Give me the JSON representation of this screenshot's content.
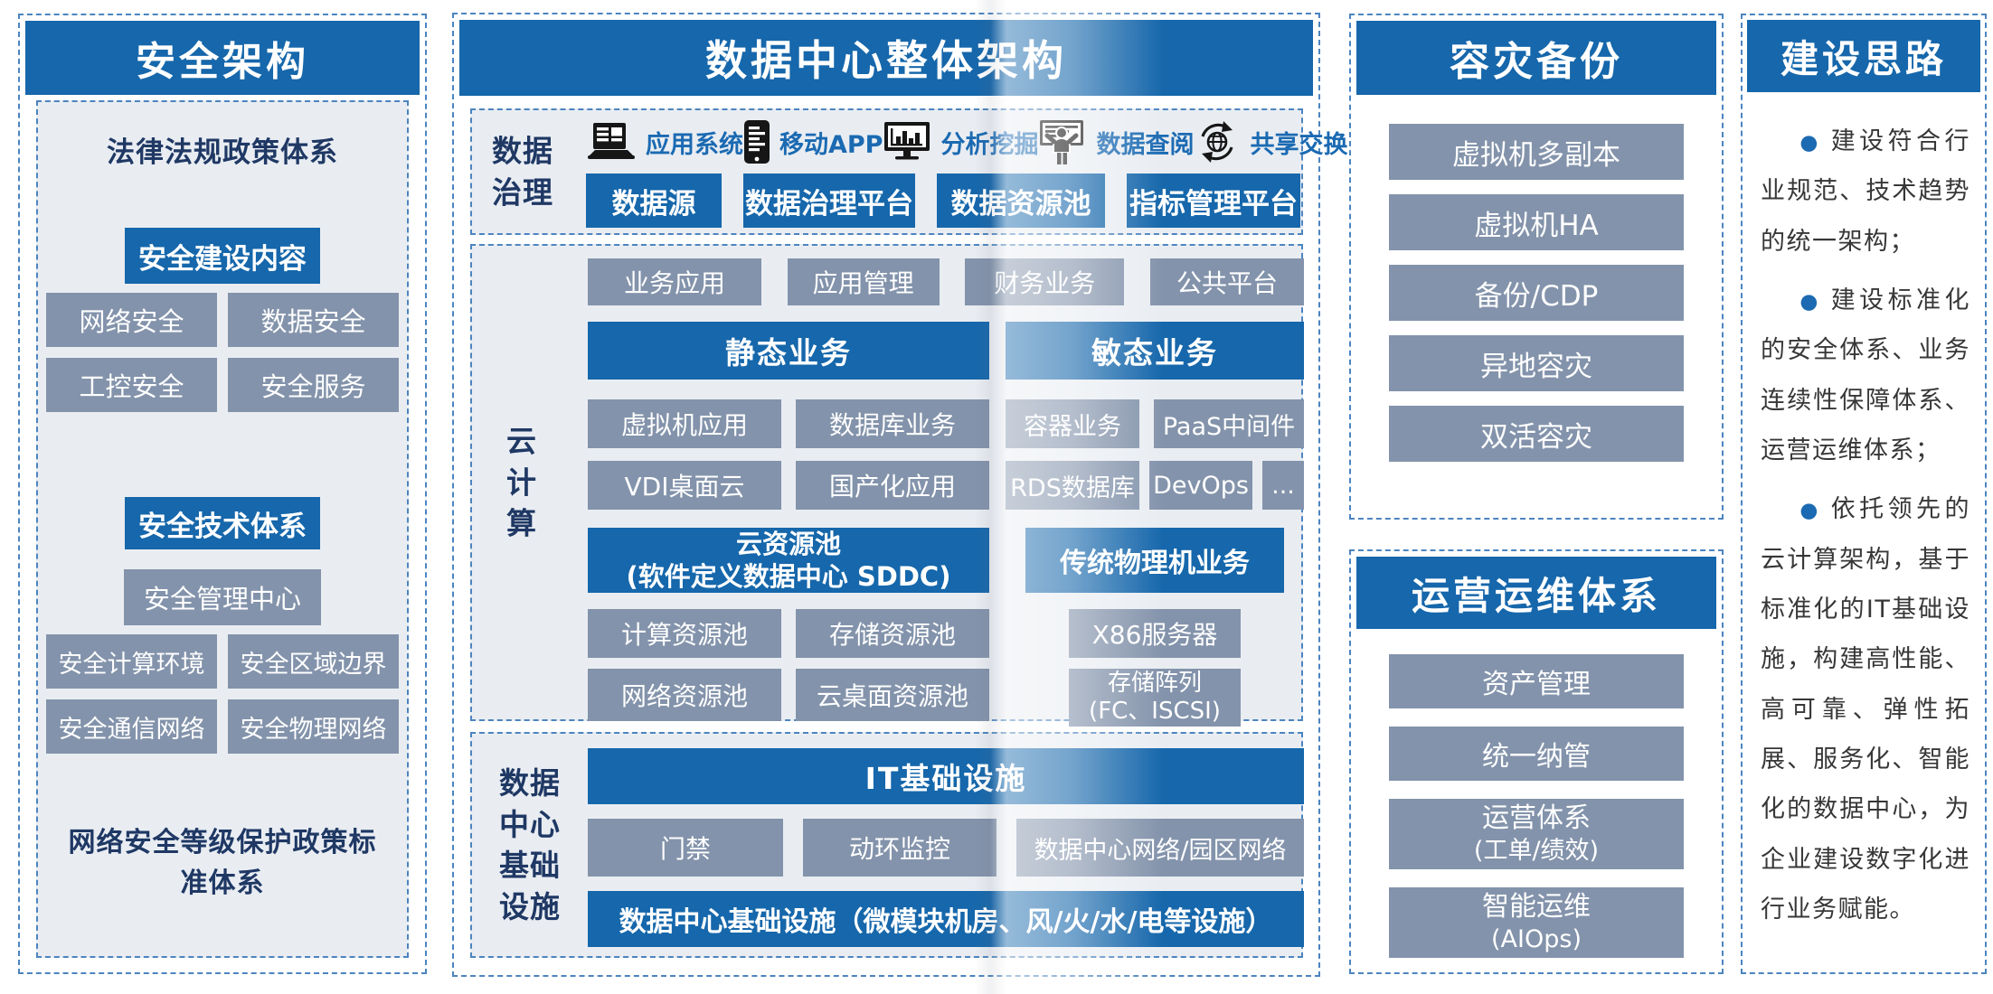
{
  "colors": {
    "primary_blue": "#1667ab",
    "box_gray": "#8393ab",
    "panel_bg": "#e9edf2",
    "navy_text": "#1f3864",
    "label_blue": "#1b6ab2",
    "dash_border": "#4c84bf"
  },
  "security": {
    "title": "安全架构",
    "law_title": "法律法规政策体系",
    "build_title": "安全建设内容",
    "build_items": [
      "网络安全",
      "数据安全",
      "工控安全",
      "安全服务"
    ],
    "tech_title": "安全技术体系",
    "mgmt_center": "安全管理中心",
    "tech_items": [
      "安全计算环境",
      "安全区域边界",
      "安全通信网络",
      "安全物理网络"
    ],
    "standard_title": "网络安全等级保护政策标准体系"
  },
  "datacenter": {
    "title": "数据中心整体架构",
    "governance": {
      "label": [
        "数据",
        "治理"
      ],
      "channels": [
        {
          "icon": "app-system-icon",
          "label": "应用系统"
        },
        {
          "icon": "mobile-app-icon",
          "label": "移动APP"
        },
        {
          "icon": "analytics-icon",
          "label": "分析挖掘"
        },
        {
          "icon": "data-review-icon",
          "label": "数据查阅"
        },
        {
          "icon": "share-exchange-icon",
          "label": "共享交换"
        }
      ],
      "platforms": [
        "数据源",
        "数据治理平台",
        "数据资源池",
        "指标管理平台"
      ]
    },
    "cloud": {
      "label": [
        "云",
        "计",
        "算"
      ],
      "top_row": [
        "业务应用",
        "应用管理",
        "财务业务",
        "公共平台"
      ],
      "static_title": "静态业务",
      "agile_title": "敏态业务",
      "static_row1": [
        "虚拟机应用",
        "数据库业务"
      ],
      "static_row2": [
        "VDI桌面云",
        "国产化应用"
      ],
      "agile_row1": [
        "容器业务",
        "PaaS中间件"
      ],
      "agile_row2": [
        "RDS数据库",
        "DevOps",
        "..."
      ],
      "pool_title": [
        "云资源池",
        "(软件定义数据中心 SDDC)"
      ],
      "physical_title": "传统物理机业务",
      "pool_row1": [
        "计算资源池",
        "存储资源池"
      ],
      "pool_row2": [
        "网络资源池",
        "云桌面资源池"
      ],
      "server": "X86服务器",
      "storage": [
        "存储阵列",
        "(FC、ISCSI)"
      ]
    },
    "infra": {
      "label": [
        "数据",
        "中心",
        "基础",
        "设施"
      ],
      "it_title": "IT基础设施",
      "items": [
        "门禁",
        "动环监控",
        "数据中心网络/园区网络"
      ],
      "facility_title": "数据中心基础设施（微模块机房、风/火/水/电等设施）"
    }
  },
  "disaster": {
    "title": "容灾备份",
    "items": [
      "虚拟机多副本",
      "虚拟机HA",
      "备份/CDP",
      "异地容灾",
      "双活容灾"
    ]
  },
  "operations": {
    "title": "运营运维体系",
    "items": [
      [
        "资产管理"
      ],
      [
        "统一纳管"
      ],
      [
        "运营体系",
        "(工单/绩效)"
      ],
      [
        "智能运维",
        "(AIOps)"
      ]
    ]
  },
  "ideas": {
    "title": "建设思路",
    "bullet_glyph": "●",
    "bullets": [
      "建设符合行业规范、技术趋势的统一架构；",
      "建设标准化的安全体系、业务连续性保障体系、运营运维体系；",
      "依托领先的云计算架构，基于标准化的IT基础设施，构建高性能、高可靠、弹性拓展、服务化、智能化的数据中心，为企业建设数字化进行业务赋能。"
    ]
  }
}
